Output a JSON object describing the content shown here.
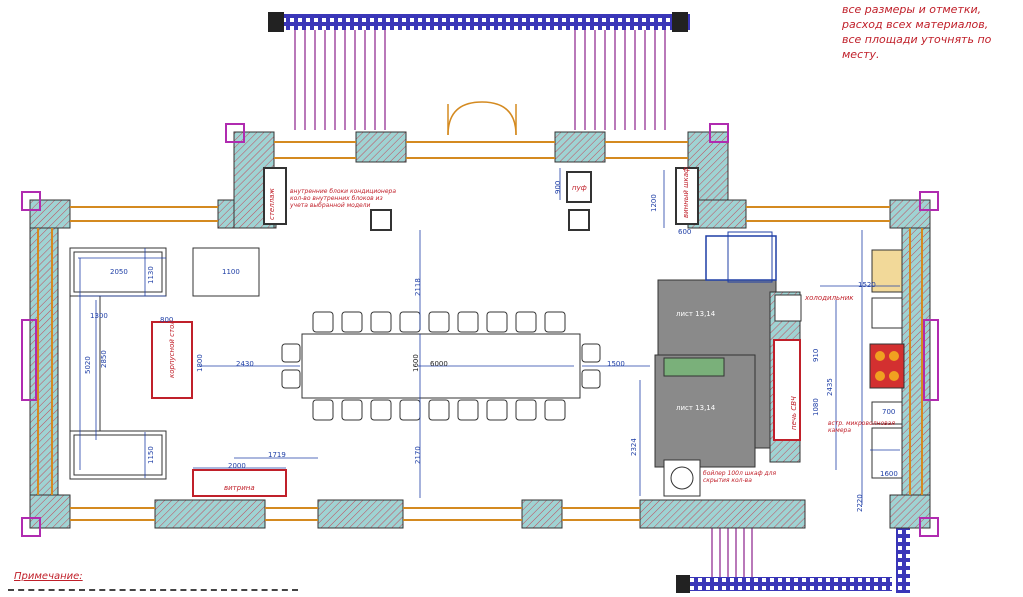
{
  "notes": {
    "top_right": "все размеры и отметки,\nрасход всех материалов,\nвсе площади уточнять по\nместу.",
    "footnote_title": "Примечание:"
  },
  "labels": {
    "sink_sheet_1": "лист 13,14",
    "sink_sheet_2": "лист 13,14",
    "cond_note": "внутренние блоки кондиционера кол-во внутренних блоков из учета выбранной модели",
    "tv_stand": "корпусной стол",
    "showcase": "витрина",
    "shelf": "пуф",
    "boiler": "бойлер 100л шкаф для скрытия кол-ва",
    "microwave": "встр. микроволновая камера",
    "oven": "печь СВЧ",
    "rack": "стеллаж",
    "wine": "винный шкаф",
    "freezer": "холодильник"
  },
  "dimensions": {
    "table_length": "6000",
    "table_width": "1600",
    "d_2430": "2430",
    "d_1500": "1500",
    "d_2118": "2118",
    "d_2170": "2170",
    "d_2050": "2050",
    "d_1130": "1130",
    "d_1100": "1100",
    "d_1300": "1300",
    "d_5020": "5020",
    "d_2850": "2850",
    "d_1150": "1150",
    "d_800": "800",
    "d_1800": "1800",
    "d_2000": "2000",
    "d_1719": "1719",
    "d_600": "600",
    "d_1200": "1200",
    "d_700": "700",
    "d_1520": "1520",
    "d_2324": "2324",
    "d_910": "910",
    "d_1080": "1080",
    "d_2435": "2435",
    "d_900": "900",
    "d_1600b": "1600",
    "d_2220": "2220"
  }
}
